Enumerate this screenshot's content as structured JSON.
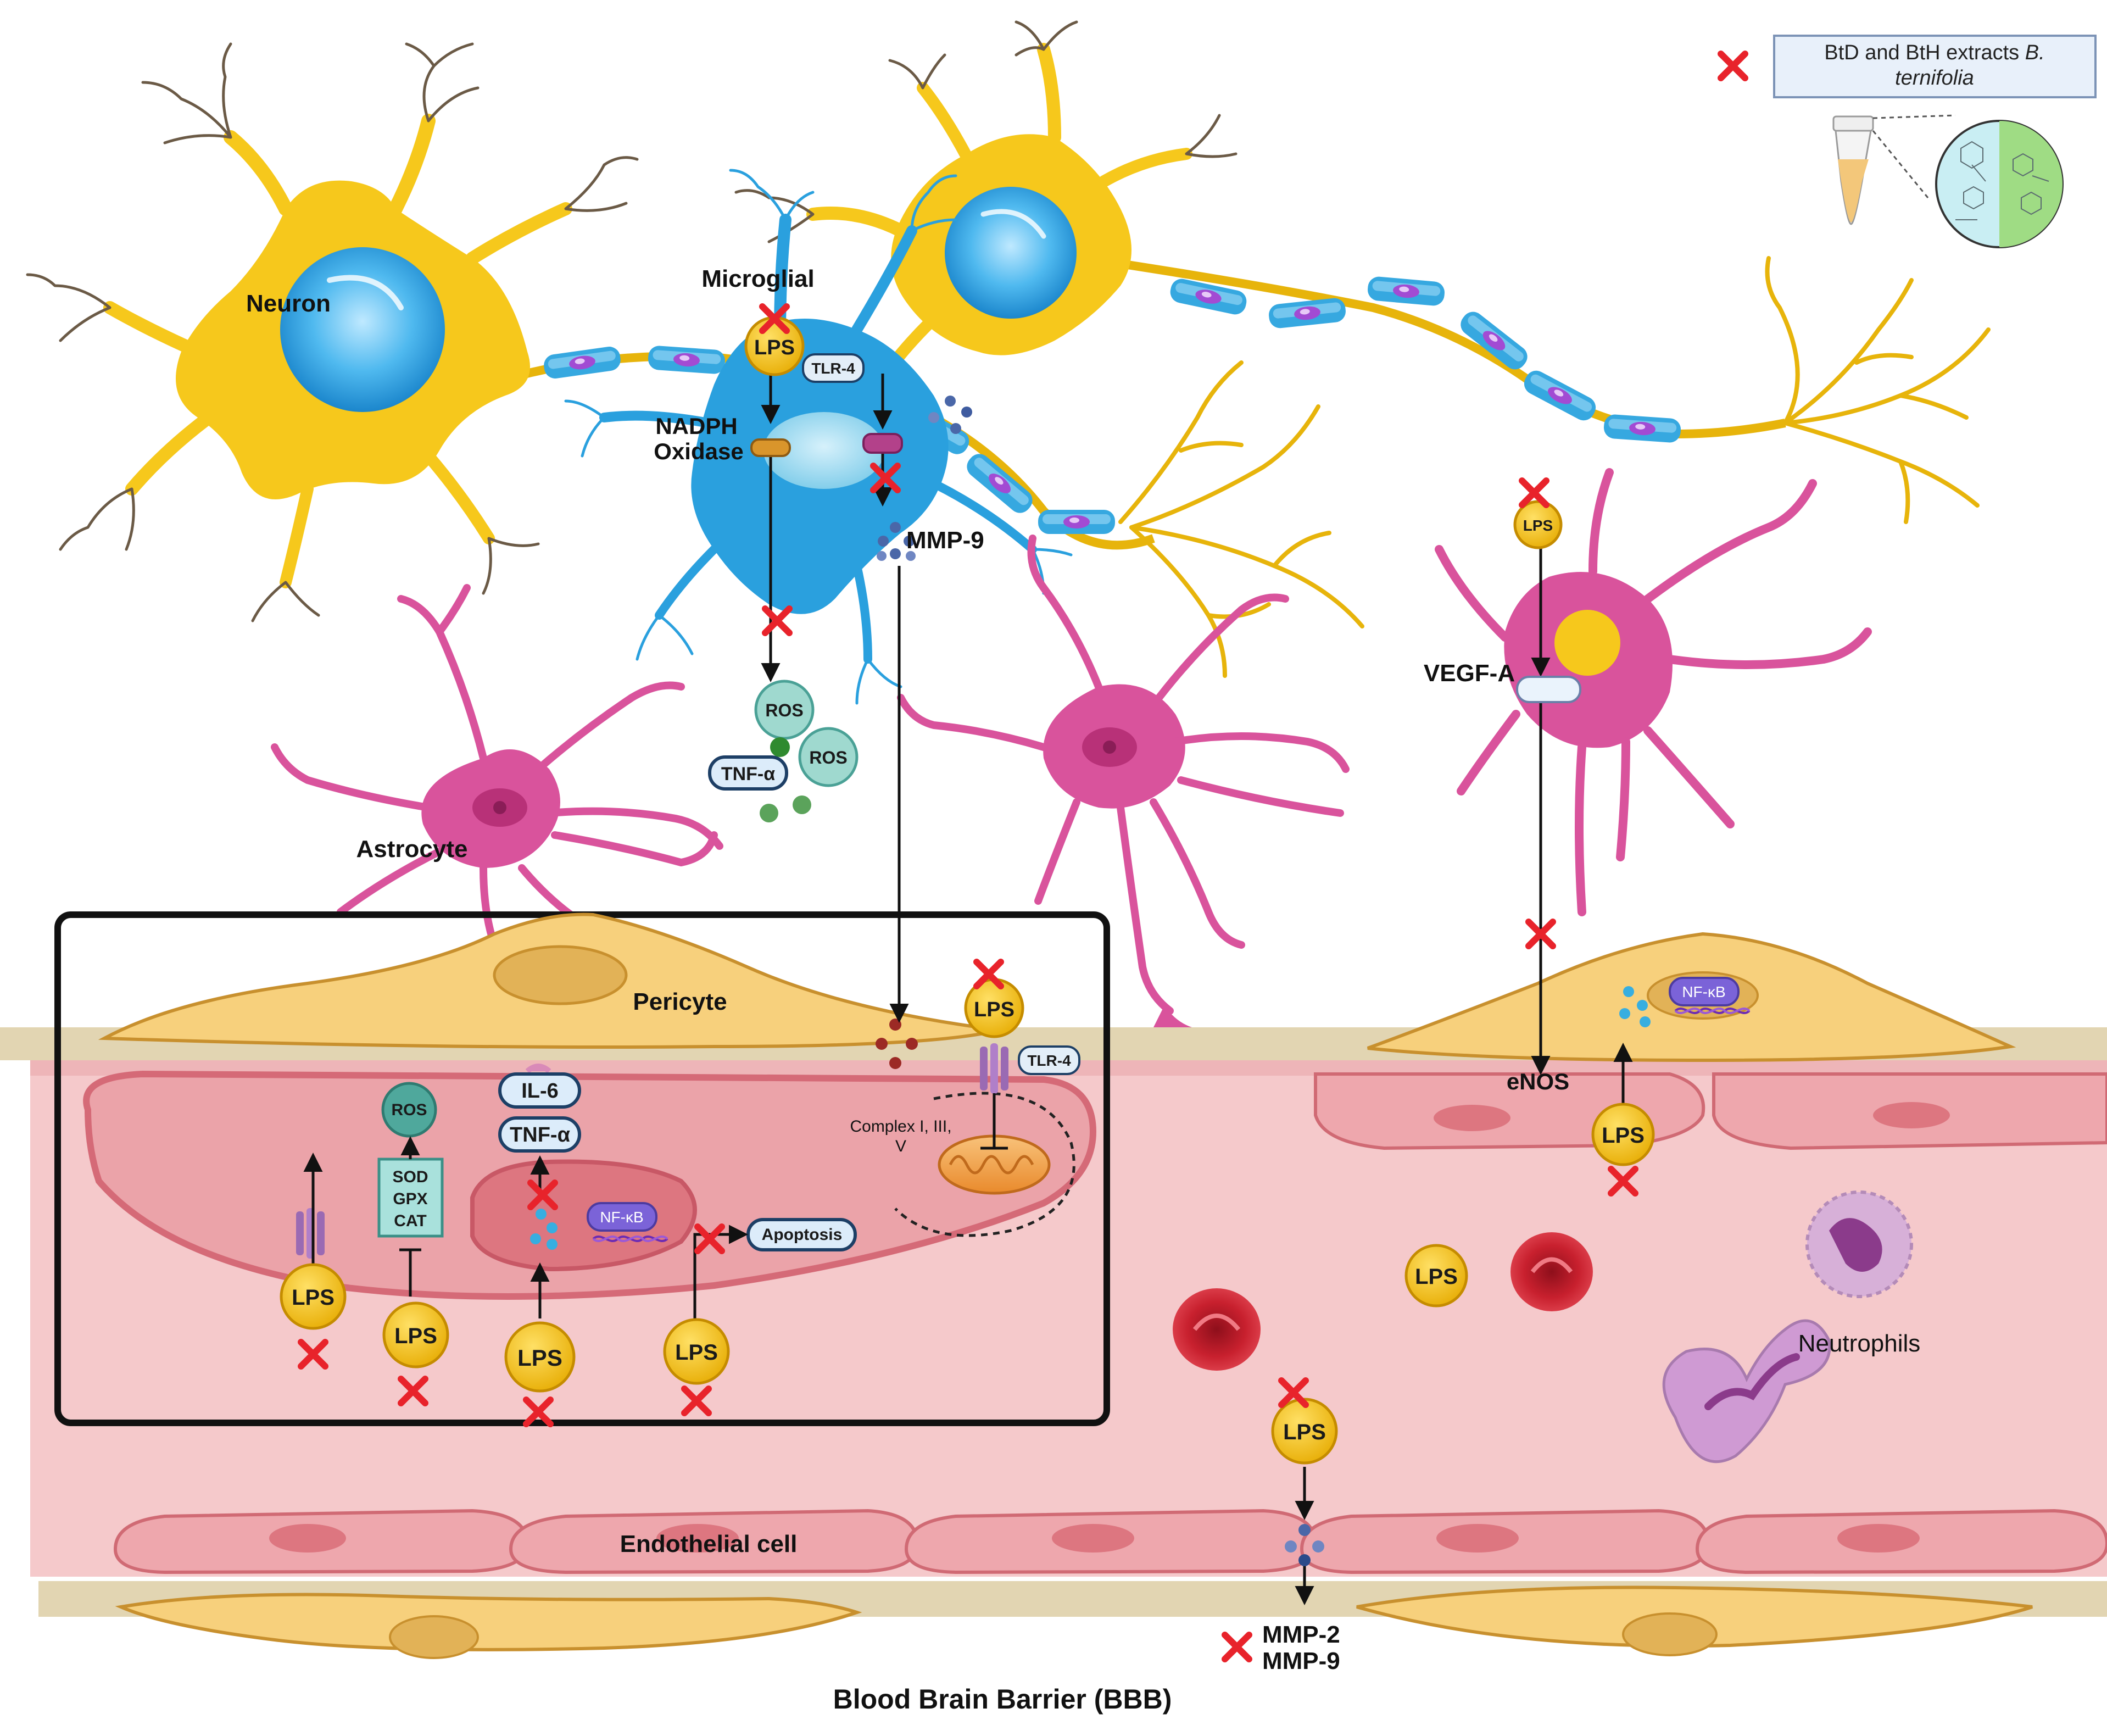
{
  "labels": {
    "neuron": "Neuron",
    "microglial": "Microglial",
    "tlr4_microglia": "TLR-4",
    "nadph_line1": "NADPH",
    "nadph_line2": "Oxidase",
    "mmp9_microglia": "MMP-9",
    "ros_1": "ROS",
    "ros_2": "ROS",
    "tnf_microglia": "TNF-α",
    "astrocyte": "Astrocyte",
    "vegfa": "VEGF-A",
    "enos": "eNOS",
    "pericyte": "Pericyte",
    "tlr4_endothelial": "TLR-4",
    "ros_endo": "ROS",
    "sod": "SOD",
    "gpx": "GPX",
    "cat": "CAT",
    "il6": "IL-6",
    "tnf_endo": "TNF-α",
    "nfkb_endo": "NF-κB",
    "nfkb_pericyte": "NF-κB",
    "apoptosis": "Apoptosis",
    "complex_line1": "Complex I, III,",
    "complex_line2": "V",
    "neutrophils": "Neutrophils",
    "endothelial_cell": "Endothelial cell",
    "mmp2": "MMP-2",
    "mmp9_bottom": "MMP-9",
    "bbb": "Blood Brain Barrier (BBB)"
  },
  "lps": {
    "microglia": "LPS",
    "astro_right": "LPS",
    "pericyte": "LPS",
    "enos": "LPS",
    "blood": "LPS",
    "lower": "LPS",
    "box_1": "LPS",
    "box_2": "LPS",
    "box_3": "LPS",
    "box_4": "LPS"
  },
  "legend": {
    "text_plain": "BtD and BtH extracts ",
    "text_italic_1": "B.",
    "text_italic_2": "ternifolia"
  },
  "colors": {
    "neuron": "#f6c81c",
    "neuron_nucleus": "#2aa6e8",
    "myelin": "#36a8e0",
    "microglia": "#2aa0de",
    "astrocyte": "#d9539c",
    "pericyte": "#f7d07c",
    "endothelium": "#e9a4aa",
    "lumen": "#f5c9cb",
    "lps_fill": "#f3c21b",
    "inhibition_x": "#e8232b",
    "rbc": "#c8202e",
    "neutrophil": "#c890c4",
    "ros": "#9fd9cf",
    "legend_box": "#e8f0fa"
  },
  "icons": {
    "inhibition": "red-x-icon",
    "receptor": "tlr4-receptor-icon",
    "mitochondria": "mitochondria-icon",
    "tube": "eppendorf-tube-icon"
  }
}
